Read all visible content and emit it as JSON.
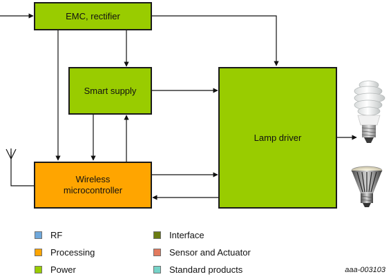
{
  "blocks": {
    "emc": {
      "label": "EMC, rectifier",
      "color": "#99cc00"
    },
    "smart_supply": {
      "label": "Smart supply",
      "color": "#99cc00"
    },
    "wireless_mcu": {
      "label": "Wireless\nmicrocontroller",
      "color": "#ffa500"
    },
    "lamp_driver": {
      "label": "Lamp driver",
      "color": "#99cc00"
    }
  },
  "legend": [
    {
      "label": "RF",
      "color": "#6fa8dc"
    },
    {
      "label": "Processing",
      "color": "#ffa500"
    },
    {
      "label": "Power",
      "color": "#99cc00"
    },
    {
      "label": "Interface",
      "color": "#6b7c12"
    },
    {
      "label": "Sensor and Actuator",
      "color": "#e37a5e"
    },
    {
      "label": "Standard products",
      "color": "#76d3c8"
    }
  ],
  "lamps": [
    {
      "icon": "cfl-bulb-icon"
    },
    {
      "icon": "led-bulb-icon"
    }
  ],
  "antenna": {
    "icon": "antenna-icon"
  },
  "document_id": "aaa-003103"
}
